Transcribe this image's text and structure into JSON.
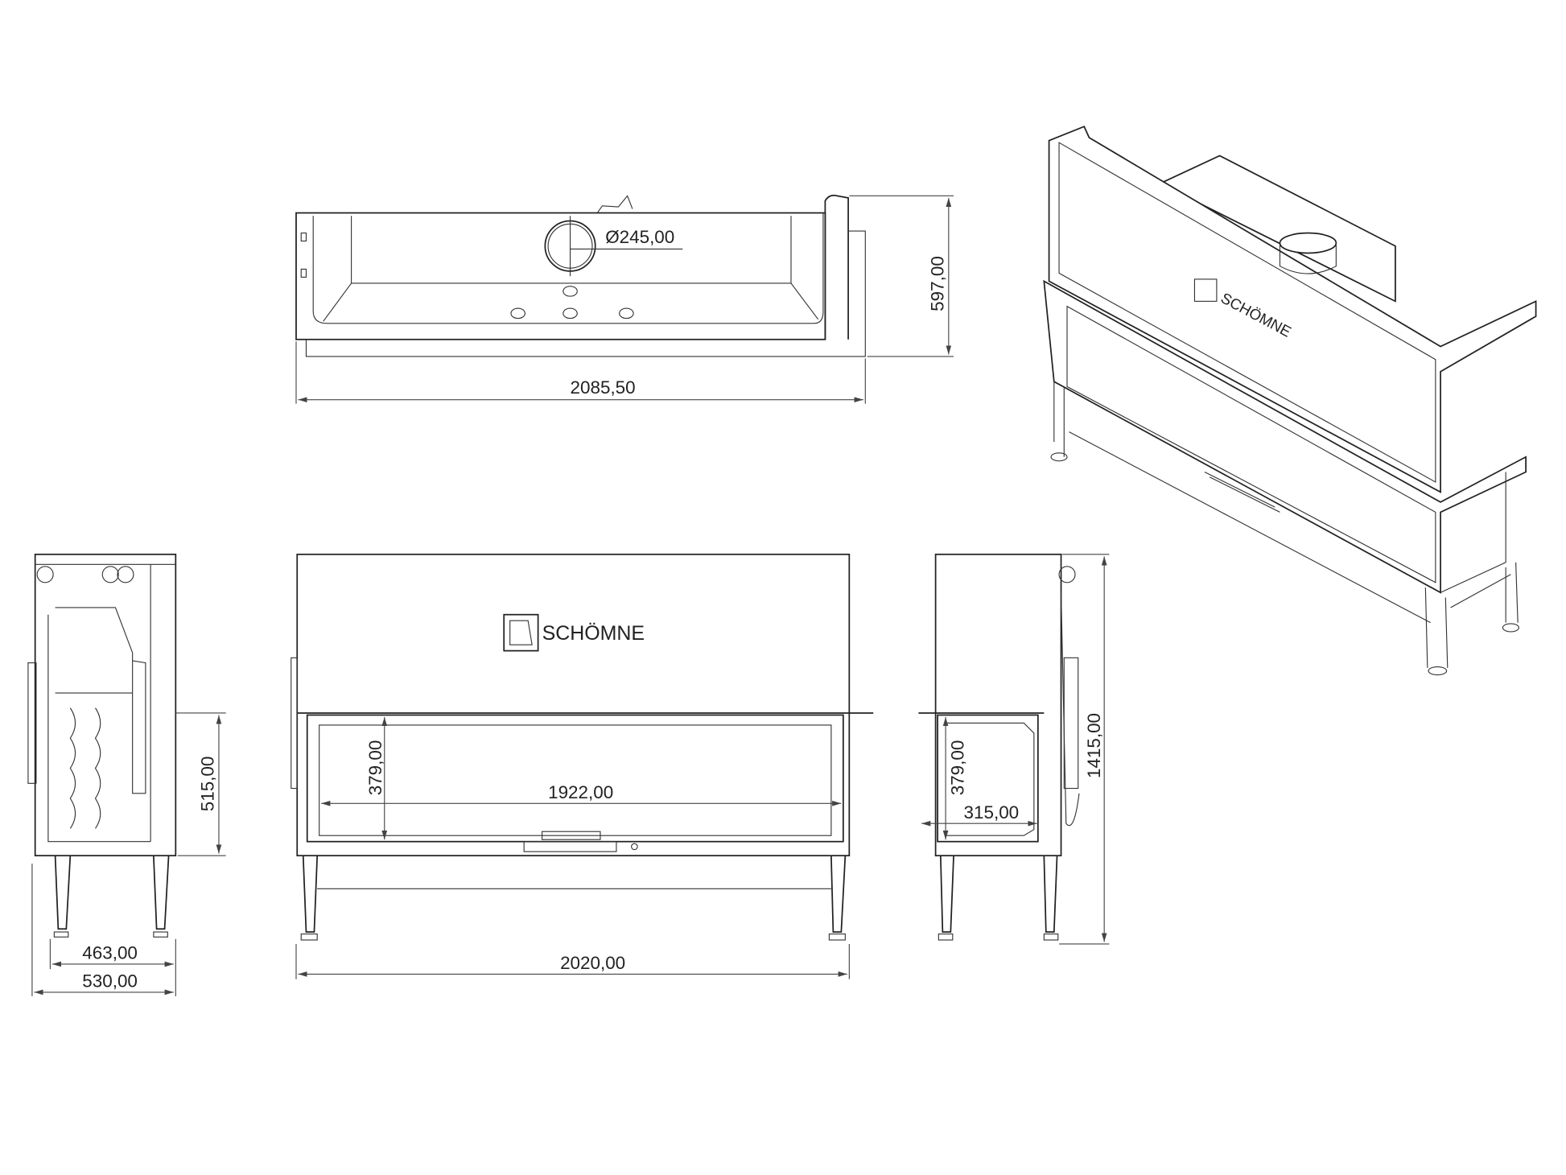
{
  "brand": "SCHÖMNE",
  "top_view": {
    "flue_diameter": "Ø245,00",
    "overall_width": "2085,50",
    "depth": "597,00"
  },
  "front_view": {
    "glass_height": "379,00",
    "glass_width": "1922,00",
    "overall_width": "2020,00"
  },
  "left_side_view": {
    "firebox_height": "515,00",
    "inner_depth": "463,00",
    "overall_depth": "530,00"
  },
  "right_side_view": {
    "glass_height": "379,00",
    "glass_width": "315,00",
    "overall_height": "1415,00"
  }
}
